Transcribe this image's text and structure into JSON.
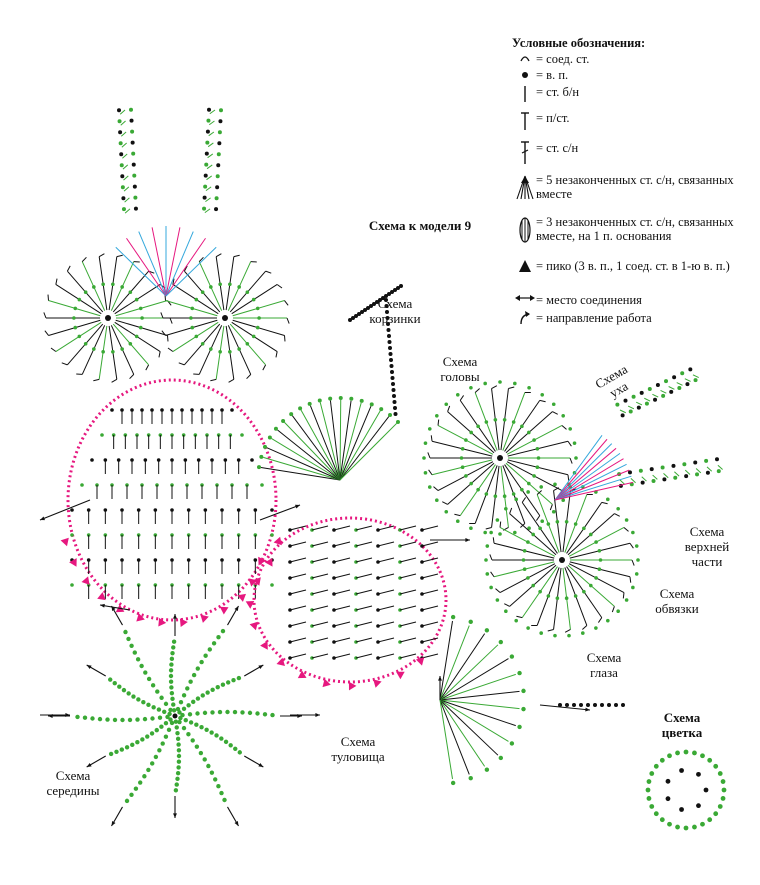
{
  "title": "Схема к модели 9",
  "legend": {
    "title": "Условные обозначения:",
    "items": [
      {
        "symbol": "slip-stitch-icon",
        "text": "= соед. ст."
      },
      {
        "symbol": "chain-icon",
        "text": "= в. п."
      },
      {
        "symbol": "sc-icon",
        "text": "= ст. б/н"
      },
      {
        "symbol": "hdc-icon",
        "text": "= п/ст."
      },
      {
        "symbol": "dc-icon",
        "text": "= ст. с/н"
      },
      {
        "symbol": "dc5tog-icon",
        "text": "= 5 незаконченных ст. с/н, связанных вместе"
      },
      {
        "symbol": "dc3-bobble-icon",
        "text": "= 3 незаконченных ст. с/н, связанных вместе, на 1 п. основания"
      },
      {
        "symbol": "picot-icon",
        "text": "= пико (3 в. п., 1 соед. ст. в 1-ю в. п.)"
      },
      {
        "symbol": "join-icon",
        "text": "= место соединения"
      },
      {
        "symbol": "direction-icon",
        "text": "= направление работа"
      }
    ]
  },
  "labels": {
    "basket": "Схема корзинки",
    "head": "Схема головы",
    "ear": "Схема уха",
    "top": "Схема верхней части",
    "edging": "Схема обвязки",
    "eye": "Схема глаза",
    "flower": "Схема цветка",
    "body": "Схема туловища",
    "center": "Схема середины"
  },
  "colors": {
    "green": "#3aa935",
    "pink": "#e6187f",
    "blue": "#34a8dc",
    "black": "#111111"
  }
}
